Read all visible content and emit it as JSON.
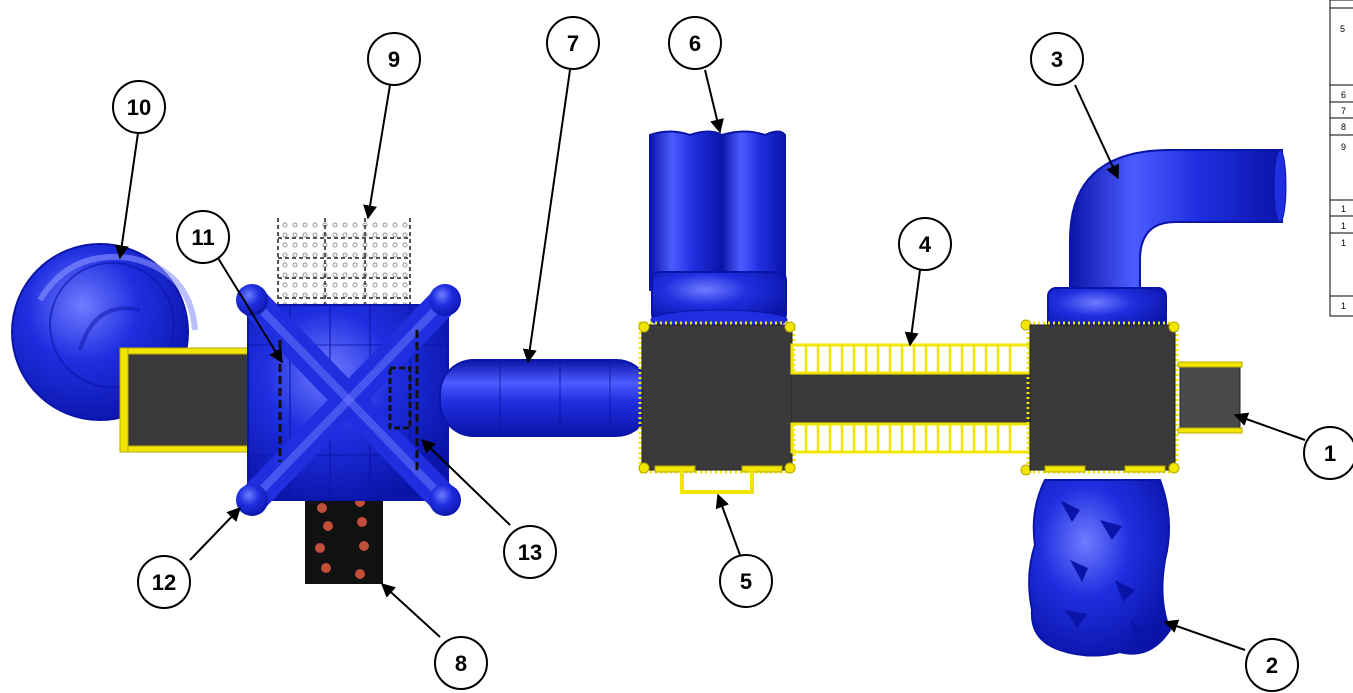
{
  "diagram": {
    "colors": {
      "body_blue": "#1f2fe0",
      "body_blue_dark": "#0a14a8",
      "highlight_blue": "#6f7cff",
      "deck_gray": "#3a3a3a",
      "rail_yellow": "#f2e600",
      "rail_yellow_dark": "#b8a800",
      "panel_black": "#111111",
      "chain_gray": "#8a8a8a",
      "callout_stroke": "#000000"
    },
    "callouts": [
      {
        "id": "1",
        "label": "1"
      },
      {
        "id": "2",
        "label": "2"
      },
      {
        "id": "3",
        "label": "3"
      },
      {
        "id": "4",
        "label": "4"
      },
      {
        "id": "5",
        "label": "5"
      },
      {
        "id": "6",
        "label": "6"
      },
      {
        "id": "7",
        "label": "7"
      },
      {
        "id": "8",
        "label": "8"
      },
      {
        "id": "9",
        "label": "9"
      },
      {
        "id": "10",
        "label": "10"
      },
      {
        "id": "11",
        "label": "11"
      },
      {
        "id": "12",
        "label": "12"
      },
      {
        "id": "13",
        "label": "13"
      }
    ],
    "legend_fragments": [
      "5",
      "6",
      "7",
      "8",
      "9",
      "1",
      "1",
      "1",
      "1"
    ]
  }
}
